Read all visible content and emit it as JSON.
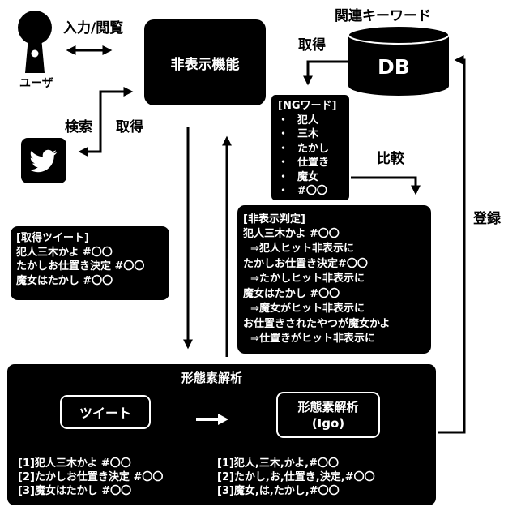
{
  "user": {
    "label": "ユーザ"
  },
  "labels": {
    "input_view": "入力/閲覧",
    "search": "検索",
    "acquire_left": "取得",
    "related_keywords": "関連キーワード",
    "acquire_db": "取得",
    "compare": "比較",
    "register": "登録"
  },
  "hide_function": {
    "title": "非表示機能"
  },
  "db": {
    "label": "DB"
  },
  "twitter": {
    "icon": "twitter-bird-icon"
  },
  "ng_words": {
    "title": "[NGワード]",
    "items": [
      "犯人",
      "三木",
      "たかし",
      "仕置き",
      "魔女",
      "#〇〇"
    ],
    "bullet": "・"
  },
  "acquired_tweets": {
    "title": "[取得ツイート]",
    "items": [
      "犯人三木かよ #〇〇",
      "たかしお仕置き決定 #〇〇",
      "魔女はたかし #〇〇"
    ]
  },
  "judgment": {
    "title": "[非表示判定]",
    "lines": [
      "犯人三木かよ #〇〇",
      "  ⇒犯人ヒット非表示に",
      "たかしお仕置き決定#〇〇",
      "  ⇒たかしヒット非表示に",
      "魔女はたかし #〇〇",
      "  ⇒魔女がヒット非表示に",
      "お仕置きされたやつが魔女かよ",
      "  ⇒仕置きがヒット非表示に"
    ]
  },
  "morph": {
    "title": "形態素解析",
    "tweet_box": "ツイート",
    "analysis_box_line1": "形態素解析",
    "analysis_box_line2": "(Igo)",
    "tweets": [
      "[1]犯人三木かよ #〇〇",
      "[2]たかしお仕置き決定 #〇〇",
      "[3]魔女はたかし #〇〇"
    ],
    "tokens": [
      "[1]犯人,三木,かよ,#〇〇",
      "[2]たかし,お,仕置き,決定,#〇〇",
      "[3]魔女,は,たかし,#〇〇"
    ]
  }
}
